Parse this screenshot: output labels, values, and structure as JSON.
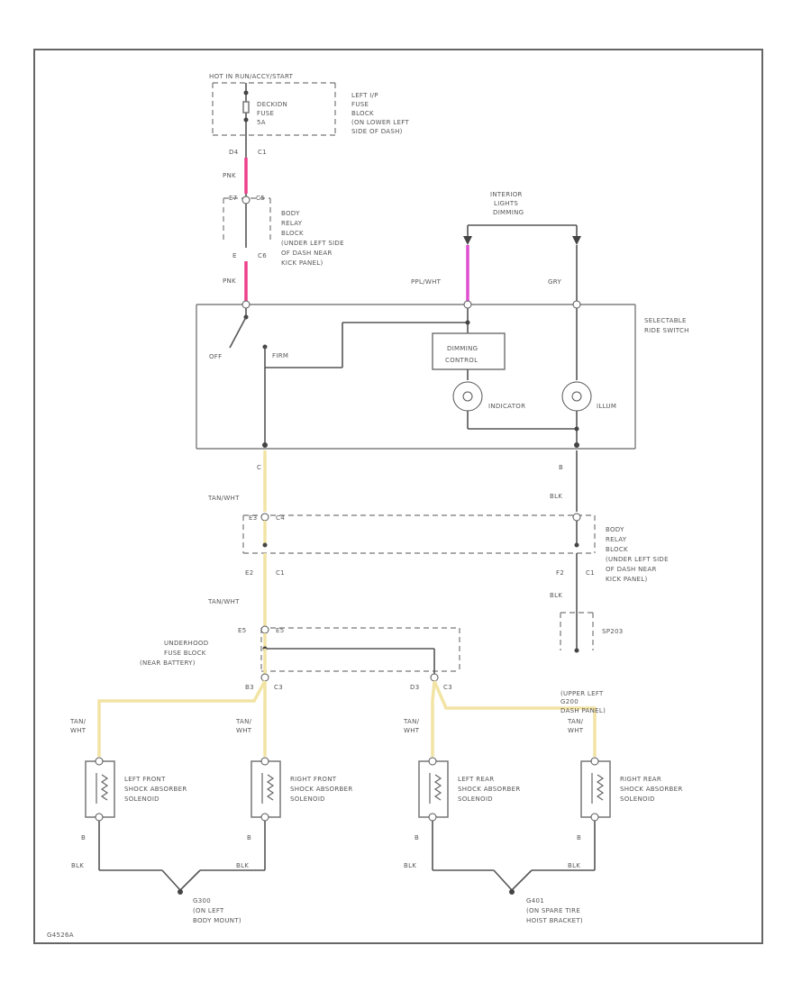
{
  "hot": "HOT IN RUN/ACCY/START",
  "fuse": [
    "DECKIDN",
    "FUSE",
    "5A"
  ],
  "fuse_block": [
    "LEFT I/P",
    "FUSE",
    "BLOCK",
    "(ON LOWER LEFT",
    "SIDE OF DASH)"
  ],
  "c_d4": "D4",
  "c_c1": "C1",
  "wire_pnk": "PNK",
  "c_e7": "E7",
  "c_c5": "C5",
  "relay_top": [
    "BODY",
    "RELAY",
    "BLOCK",
    "(UNDER LEFT SIDE",
    "OF DASH NEAR",
    "KICK PANEL)"
  ],
  "c_e": "E",
  "c_c6": "C6",
  "wire_pnk2": "PNK",
  "lights": [
    "INTERIOR",
    "LIGHTS",
    "DIMMING"
  ],
  "wire_ppl": "PPL/WHT",
  "wire_gry": "GRY",
  "switch_title": [
    "SELECTABLE",
    "RIDE SWITCH"
  ],
  "sw_off": "OFF",
  "sw_firm": "FIRM",
  "dimming": [
    "DIMMING",
    "CONTROL"
  ],
  "indicator": "INDICATOR",
  "illum": "ILLUM",
  "pin_c": "C",
  "pin_b": "B",
  "wire_tanwht": "TAN/WHT",
  "wire_blk": "BLK",
  "c_e3": "E3",
  "c_c4": "C4",
  "relay_bot": [
    "BODY",
    "RELAY",
    "BLOCK",
    "(UNDER LEFT SIDE",
    "OF DASH NEAR",
    "KICK PANEL)"
  ],
  "c_e2": "E2",
  "c_c1b": "C1",
  "c_f2": "F2",
  "c_c1c": "C1",
  "wire_tanwht2": "TAN/WHT",
  "wire_blk2": "BLK",
  "s203": "SP203",
  "c_e5": "E5",
  "c_e5b": "E5",
  "underhood": [
    "UNDERHOOD",
    "FUSE BLOCK",
    "(NEAR BATTERY)"
  ],
  "c_b3": "B3",
  "c_c3": "C3",
  "c_d3": "D3",
  "c_c3b": "C3",
  "g200": [
    "G200",
    "(UPPER LEFT",
    "DASH PANEL)"
  ],
  "wire_tanwht_s": [
    "TAN/",
    "WHT"
  ],
  "solenoids": [
    [
      "LEFT FRONT",
      "SHOCK ABSORBER",
      "SOLENOID"
    ],
    [
      "RIGHT FRONT",
      "SHOCK ABSORBER",
      "SOLENOID"
    ],
    [
      "LEFT REAR",
      "SHOCK ABSORBER",
      "SOLENOID"
    ],
    [
      "RIGHT REAR",
      "SHOCK ABSORBER",
      "SOLENOID"
    ]
  ],
  "pin_bs": "B",
  "wire_blk_s": "BLK",
  "g300": [
    "G300",
    "(ON LEFT",
    "BODY MOUNT)"
  ],
  "g401": [
    "G401",
    "(ON SPARE TIRE",
    "HOIST BRACKET)"
  ],
  "ref": "G4526A"
}
